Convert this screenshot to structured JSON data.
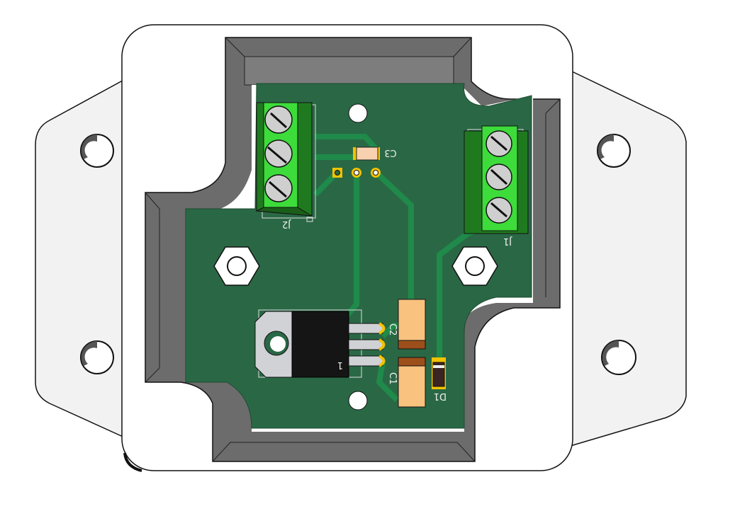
{
  "labels": {
    "j1": "J1",
    "j2": "J2",
    "c1": "C1",
    "c2": "C2",
    "c3": "C3",
    "d1": "D1",
    "pin1_marker": "1"
  },
  "colors": {
    "pcb": "#2a6845",
    "trace": "#1f8a4a",
    "terminal": "#2fc42f",
    "pad": "#f2c200",
    "enclosure": "#ffffff",
    "flange": "#f2f2f2",
    "wall": "#6e6e6e",
    "capacitor": "#f9c27e"
  }
}
